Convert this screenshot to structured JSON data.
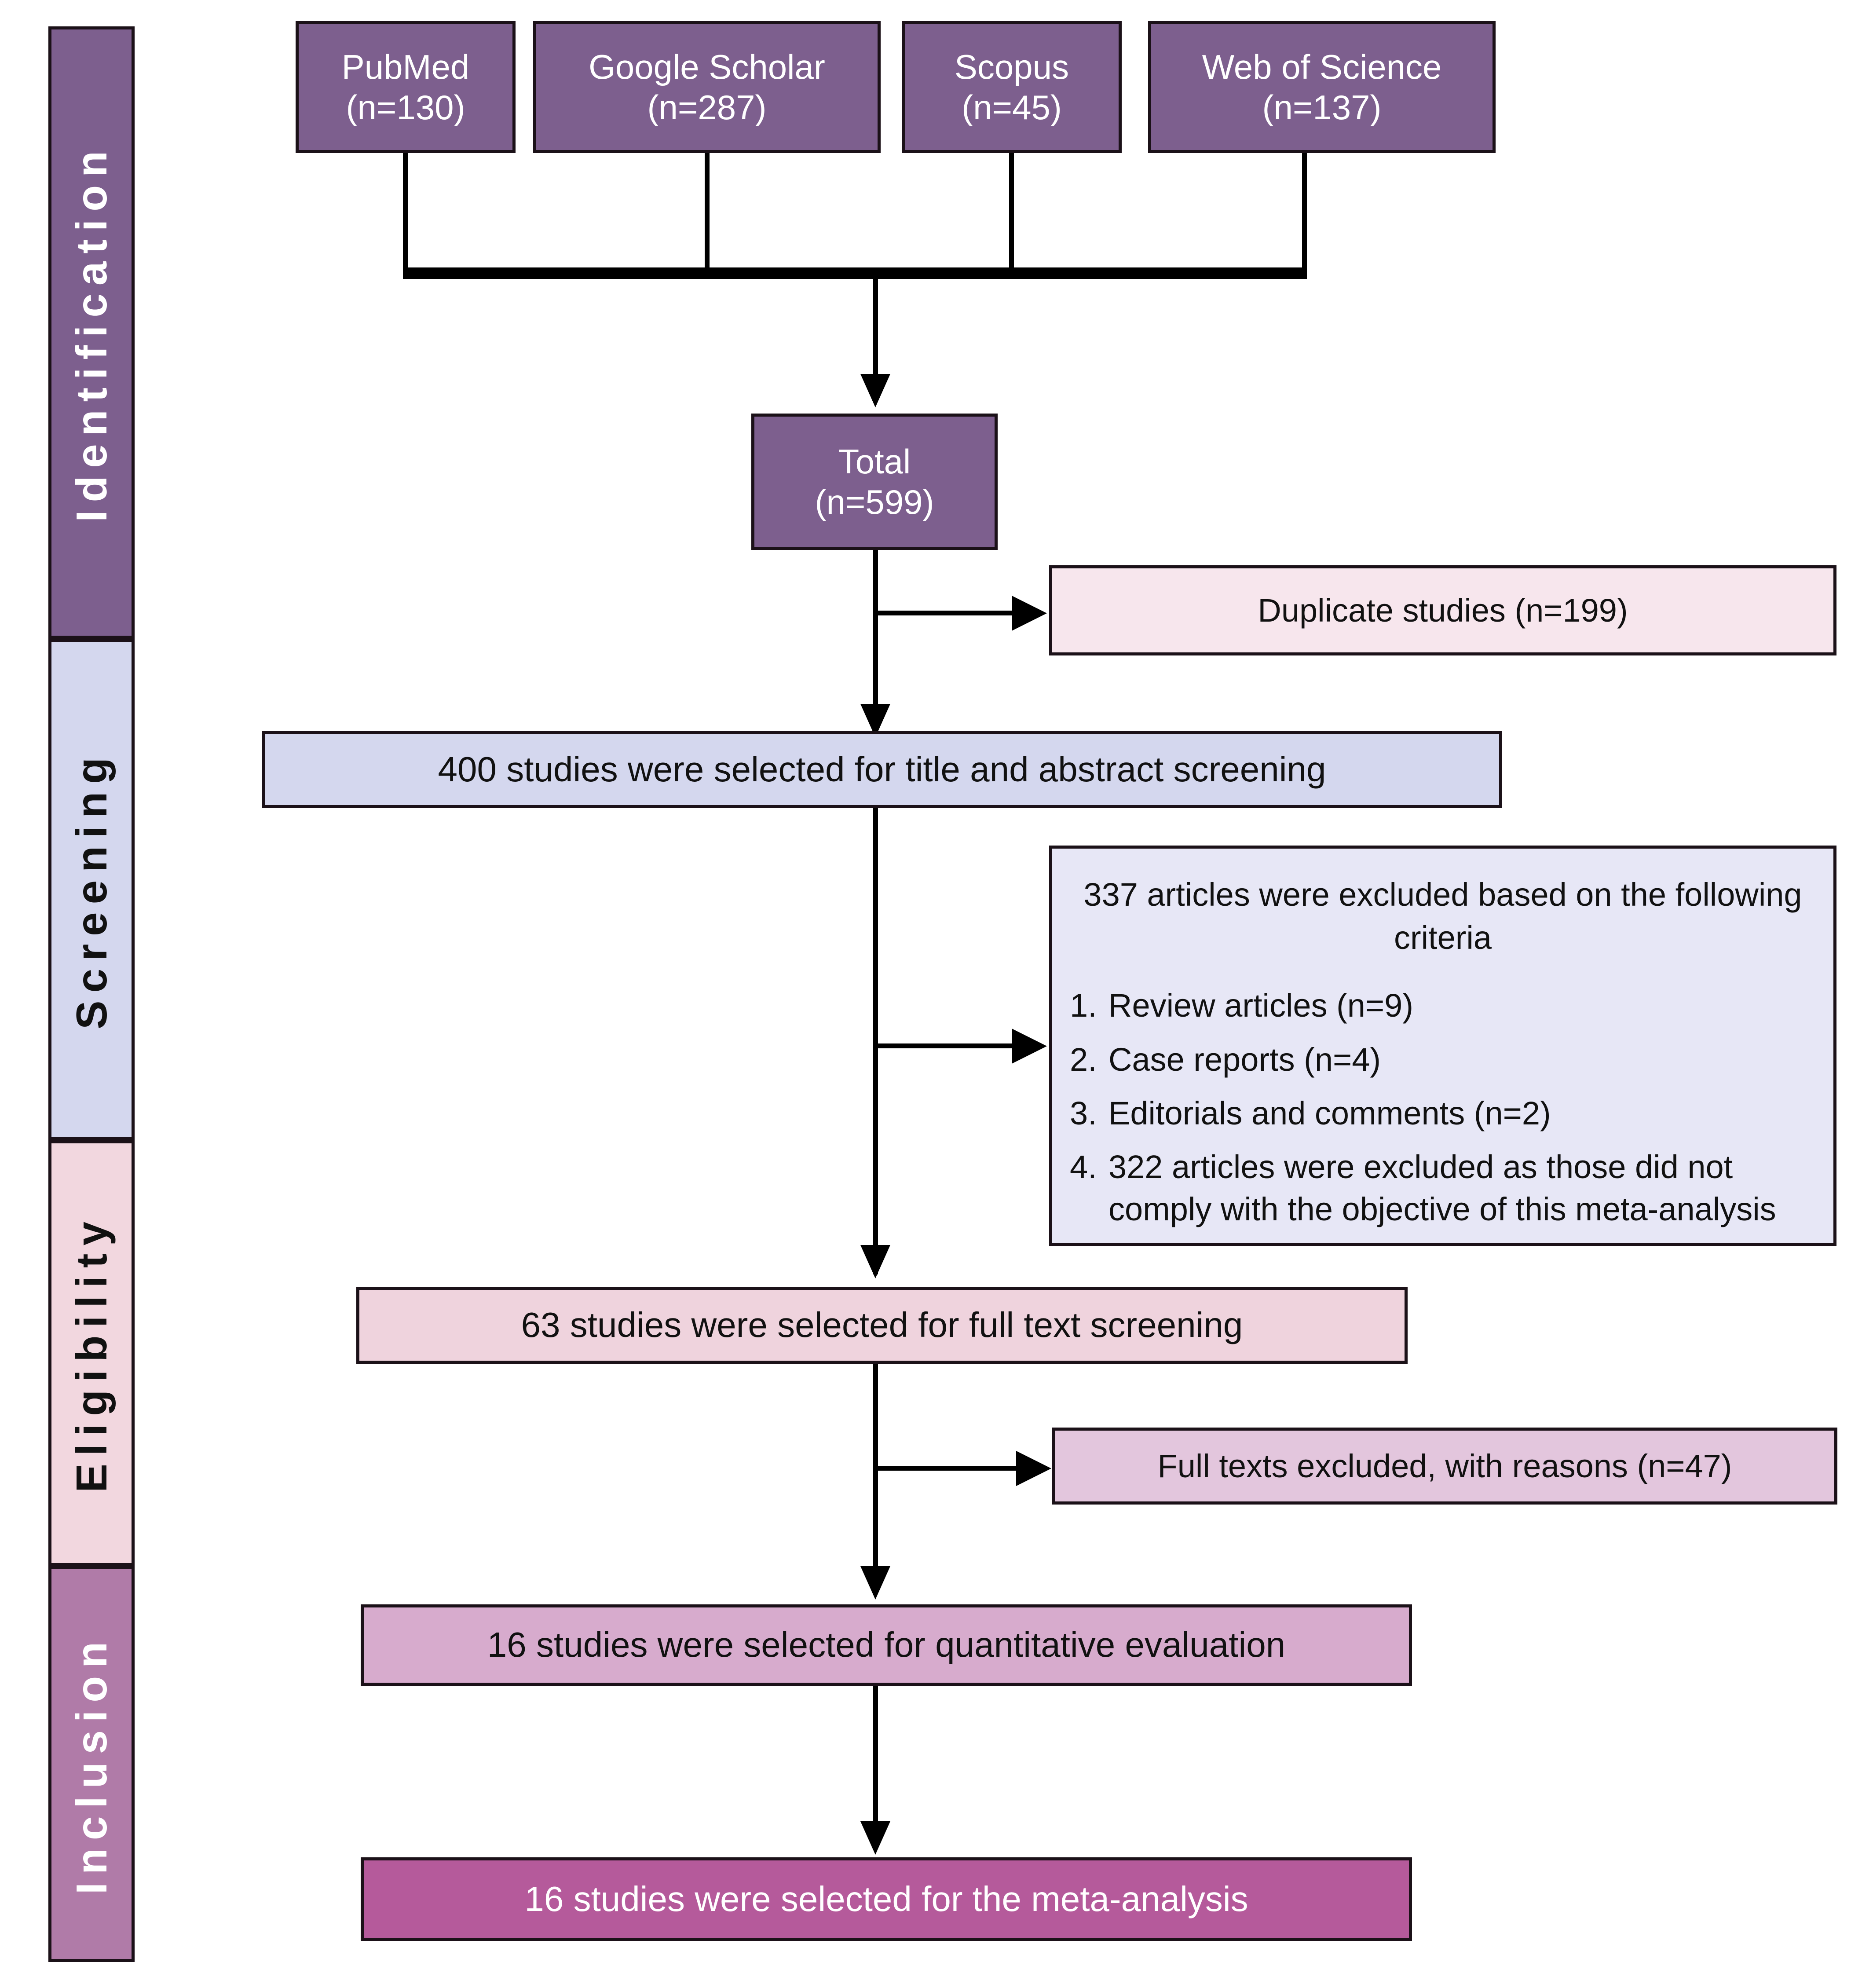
{
  "diagram": {
    "title": "PRISMA study selection flow diagram",
    "colors": {
      "identification_bg": "#7d5f8e",
      "identification_fg": "#ffffff",
      "screening_bg": "#d4d7ee",
      "screening_fg": "#111111",
      "eligibility_bg": "#f2d7df",
      "eligibility_fg": "#111111",
      "inclusion_bg": "#b07ba8",
      "inclusion_fg": "#ffffff",
      "source_box_bg": "#7d5f8e",
      "duplicate_box_bg": "#f7e6ed",
      "criteria_box_bg": "#e7e7f6",
      "fulltext_box_bg": "#efd3dd",
      "excluded_box_bg": "#e3c6dd",
      "quantitative_box_bg": "#d7abcd",
      "final_box_bg": "#b55a9b",
      "border": "#1b1118",
      "connector": "#000000"
    }
  },
  "phases": [
    {
      "id": "identification",
      "label": "Identification"
    },
    {
      "id": "screening",
      "label": "Screening"
    },
    {
      "id": "eligibility",
      "label": "Eligibility"
    },
    {
      "id": "inclusion",
      "label": "Inclusion"
    }
  ],
  "sources": [
    {
      "name": "PubMed",
      "count": "(n=130)"
    },
    {
      "name": "Google Scholar",
      "count": "(n=287)"
    },
    {
      "name": "Scopus",
      "count": "(n=45)"
    },
    {
      "name": "Web of Science",
      "count": "(n=137)"
    }
  ],
  "total": {
    "label": "Total",
    "count": "(n=599)"
  },
  "duplicates": {
    "text": "Duplicate studies (n=199)"
  },
  "title_abstract_screening": {
    "text": "400 studies  were selected for title and abstract screening"
  },
  "exclusion_criteria": {
    "heading_line1": "337 articles were excluded based on the",
    "heading_line2": "following criteria",
    "items": [
      {
        "num": "1.",
        "text": "Review articles (n=9)"
      },
      {
        "num": "2.",
        "text": "Case reports (n=4)"
      },
      {
        "num": "3.",
        "text": "Editorials and comments (n=2)"
      },
      {
        "num": "4.",
        "text": "322 articles were excluded as those did not comply with the objective of this meta-analysis"
      }
    ]
  },
  "full_text_screening": {
    "text": "63 studies were selected for full text screening"
  },
  "full_texts_excluded": {
    "text": "Full texts excluded, with reasons (n=47)"
  },
  "quantitative_evaluation": {
    "text": "16 studies were selected for quantitative  evaluation"
  },
  "meta_analysis": {
    "text": "16 studies  were selected for the meta-analysis"
  },
  "chart_data": {
    "type": "flowchart",
    "title": "PRISMA study selection flow diagram",
    "stages": [
      {
        "phase": "Identification",
        "label": "PubMed",
        "n": 130
      },
      {
        "phase": "Identification",
        "label": "Google Scholar",
        "n": 287
      },
      {
        "phase": "Identification",
        "label": "Scopus",
        "n": 45
      },
      {
        "phase": "Identification",
        "label": "Web of Science",
        "n": 137
      },
      {
        "phase": "Identification",
        "label": "Total",
        "n": 599
      },
      {
        "phase": "Identification",
        "label": "Duplicate studies",
        "n": 199
      },
      {
        "phase": "Screening",
        "label": "Selected for title and abstract screening",
        "n": 400
      },
      {
        "phase": "Screening",
        "label": "Articles excluded based on criteria",
        "n": 337
      },
      {
        "phase": "Screening",
        "label": "Review articles",
        "n": 9
      },
      {
        "phase": "Screening",
        "label": "Case reports",
        "n": 4
      },
      {
        "phase": "Screening",
        "label": "Editorials and comments",
        "n": 2
      },
      {
        "phase": "Screening",
        "label": "Did not comply with objective of meta-analysis",
        "n": 322
      },
      {
        "phase": "Eligibility",
        "label": "Selected for full text screening",
        "n": 63
      },
      {
        "phase": "Eligibility",
        "label": "Full texts excluded, with reasons",
        "n": 47
      },
      {
        "phase": "Inclusion",
        "label": "Selected for quantitative evaluation",
        "n": 16
      },
      {
        "phase": "Inclusion",
        "label": "Selected for the meta-analysis",
        "n": 16
      }
    ]
  }
}
